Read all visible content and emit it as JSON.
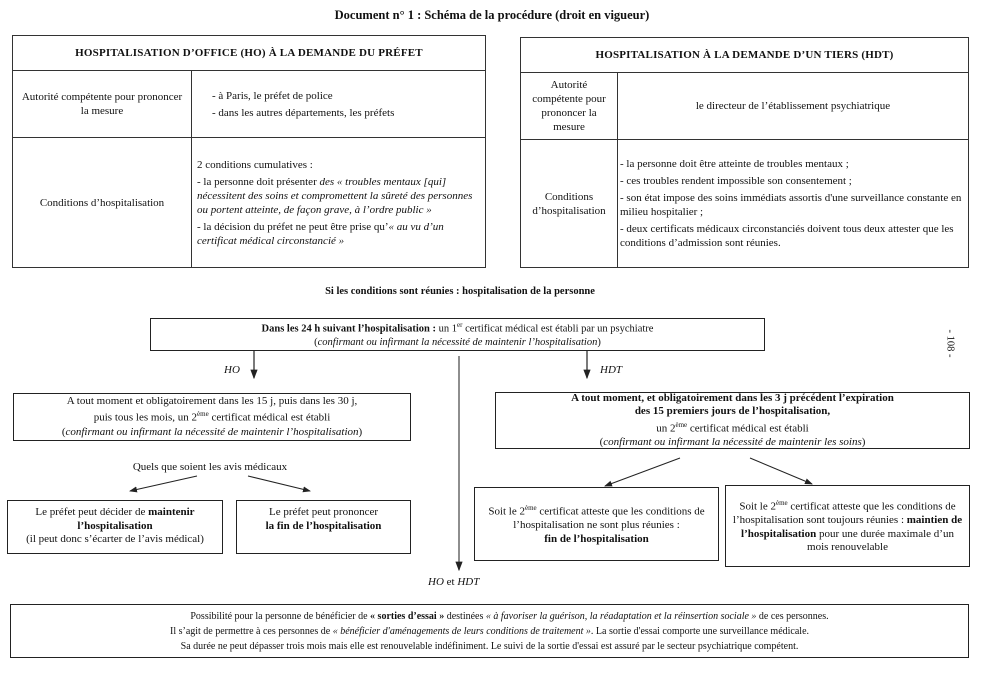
{
  "title": "Document n° 1 : Schéma de la procédure (droit en vigueur)",
  "page_number": "- 108 -",
  "ho_table": {
    "header": "HOSPITALISATION D’OFFICE (HO) À LA DEMANDE DU PRÉFET",
    "authority_label": "Autorité compétente pour prononcer la mesure",
    "authority_items": [
      "- à Paris, le préfet de police",
      "- dans les autres départements, les préfets"
    ],
    "conditions_label": "Conditions d’hospitalisation",
    "conditions_intro": "2 conditions cumulatives :",
    "condition1_plain": "- la personne  doit présenter ",
    "condition1_italic": "des « troubles mentaux [qui] nécessitent des soins et compromettent la sûreté des personnes ou portent atteinte, de façon grave, à l’ordre public »",
    "condition2_plain": "- la décision du préfet ne peut être prise qu’",
    "condition2_italic": "« au vu d’un certificat médical circonstancié »"
  },
  "hdt_table": {
    "header": "HOSPITALISATION À LA DEMANDE D’UN TIERS (HDT)",
    "authority_label": "Autorité compétente pour prononcer la mesure",
    "authority_value": "le directeur de l’établissement psychiatrique",
    "conditions_label": "Conditions d’hospitalisation",
    "conditions": [
      "- la personne doit être atteinte de troubles mentaux ;",
      "- ces troubles rendent impossible son consentement ;",
      "- son état impose des soins immédiats assortis d'une surveillance constante en milieu hospitalier ;",
      "- deux certificats médicaux circonstanciés doivent tous deux attester que les conditions d’admission sont réunies."
    ]
  },
  "flow": {
    "condition_heading": "Si les conditions sont réunies : hospitalisation de la personne",
    "first_cert": {
      "bold": "Dans les 24 h suivant l’hospitalisation :",
      "text_a": " un 1",
      "sup": "er",
      "text_b": " certificat médical est établi par un psychiatre",
      "italic": "confirmant ou infirmant la nécessité de maintenir l’hospitalisation"
    },
    "label_ho": "HO",
    "label_hdt": "HDT",
    "label_ho_et_hdt_a": "HO",
    "label_ho_et_hdt_b": " et ",
    "label_ho_et_hdt_c": "HDT",
    "ho_second_cert": {
      "line1": "A tout moment et obligatoirement dans les 15 j, puis dans les 30 j,",
      "line2_a": "puis tous les mois, un 2",
      "sup": "ème",
      "line2_b": " certificat médical est établi",
      "italic": "confirmant ou infirmant la nécessité de maintenir l’hospitalisation"
    },
    "ho_any_opinion": "Quels que soient les avis médicaux",
    "ho_maintain": {
      "a": "Le préfet peut décider de ",
      "bold": "maintenir l’hospitalisation",
      "b": "(il peut donc s’écarter de l’avis médical)"
    },
    "ho_end": {
      "a": "Le préfet peut prononcer",
      "bold": "la fin de l’hospitalisation"
    },
    "hdt_second_cert": {
      "bold1": "A tout moment, et obligatoirement dans les 3 j précédent l’expiration",
      "bold2": "des 15 premiers jours de l’hospitalisation,",
      "line3_a": "un 2",
      "sup": "ème",
      "line3_b": " certificat médical est établi",
      "italic": "confirmant ou infirmant la nécessité de maintenir les soins"
    },
    "hdt_end": {
      "a": "Soit le 2",
      "sup": "ème",
      "b": " certificat atteste que les conditions de l’hospitalisation ne sont plus réunies :",
      "bold": "fin de l’hospitalisation"
    },
    "hdt_maintain": {
      "a": "Soit le 2",
      "sup": "ème",
      "b": " certificat atteste que les conditions de l’hospitalisation sont toujours réunies : ",
      "bold": "maintien de l’hospitalisation",
      "c": " pour une durée maximale d’un mois renouvelable"
    }
  },
  "trial_leave": {
    "l1_a": "Possibilité pour la personne de bénéficier de ",
    "l1_bold": "« sorties d’essai »",
    "l1_b": " destinées ",
    "l1_italic": "« à favoriser la guérison, la réadaptation et la réinsertion sociale »",
    "l1_c": " de ces personnes.",
    "l2_a": "Il s’agit de permettre à ces personnes de ",
    "l2_italic": "« bénéficier d'aménagements de leurs conditions de traitement »",
    "l2_b": ". La sortie d'essai comporte une surveillance médicale.",
    "l3": "Sa durée ne peut dépasser trois mois mais elle est renouvelable indéfiniment. Le suivi de la sortie d'essai est assuré par le secteur psychiatrique compétent."
  }
}
